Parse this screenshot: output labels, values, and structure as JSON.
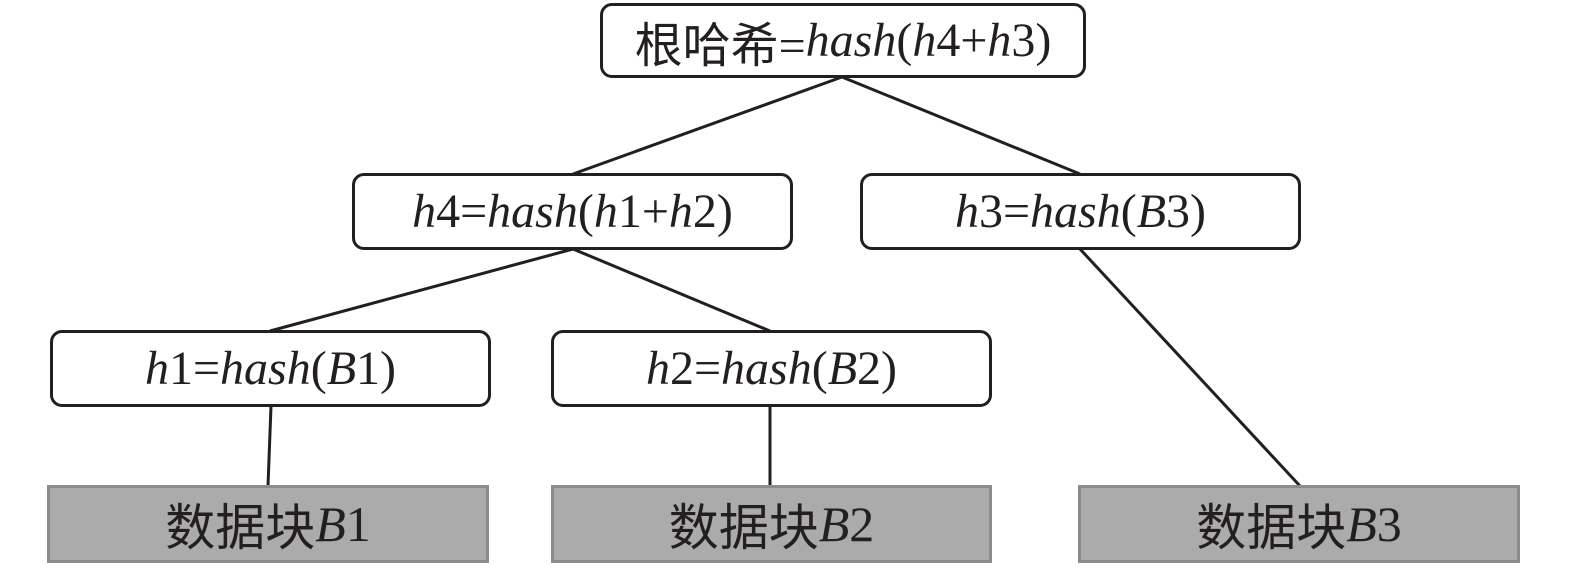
{
  "diagram": {
    "type": "merkle-tree",
    "nodes": {
      "root": {
        "prefix": "根哈希=",
        "fn": "hash",
        "open": "(",
        "a": "h",
        "a_num": "4",
        "op": "+",
        "b": "h",
        "b_num": "3",
        "close": ")"
      },
      "h4": {
        "var": "h",
        "num": "4",
        "eq": "=",
        "fn": "hash",
        "open": "(",
        "a": "h",
        "a_num": "1",
        "op": "+",
        "b": "h",
        "b_num": "2",
        "close": ")"
      },
      "h3": {
        "var": "h",
        "num": "3",
        "eq": "=",
        "fn": "hash",
        "open": "(",
        "arg": "B",
        "arg_num": "3",
        "close": ")"
      },
      "h1": {
        "var": "h",
        "num": "1",
        "eq": "=",
        "fn": "hash",
        "open": "(",
        "arg": "B",
        "arg_num": "1",
        "close": ")"
      },
      "h2": {
        "var": "h",
        "num": "2",
        "eq": "=",
        "fn": "hash",
        "open": "(",
        "arg": "B",
        "arg_num": "2",
        "close": ")"
      },
      "b1": {
        "prefix": "数据块",
        "var": "B",
        "num": "1"
      },
      "b2": {
        "prefix": "数据块",
        "var": "B",
        "num": "2"
      },
      "b3": {
        "prefix": "数据块",
        "var": "B",
        "num": "3"
      }
    },
    "edges": [
      {
        "from": "root",
        "to": "h4"
      },
      {
        "from": "root",
        "to": "h3"
      },
      {
        "from": "h4",
        "to": "h1"
      },
      {
        "from": "h4",
        "to": "h2"
      },
      {
        "from": "h3",
        "to": "b3"
      },
      {
        "from": "h1",
        "to": "b1"
      },
      {
        "from": "h2",
        "to": "b2"
      }
    ],
    "colors": {
      "stroke": "#231f20",
      "block_fill": "#ababab",
      "block_border": "#8c8c8c"
    }
  }
}
